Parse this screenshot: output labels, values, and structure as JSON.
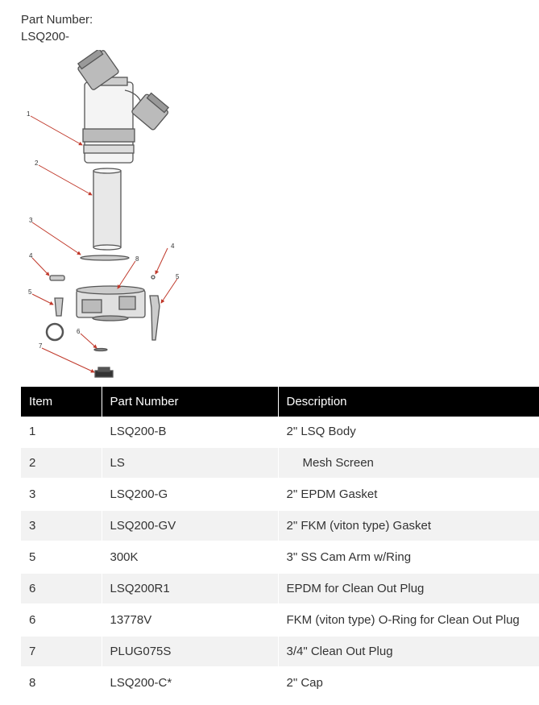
{
  "header": {
    "label": "Part Number:",
    "value": "LSQ200-"
  },
  "diagram": {
    "callouts": [
      "1",
      "2",
      "3",
      "4",
      "8",
      "4",
      "5",
      "5",
      "6",
      "7"
    ]
  },
  "table": {
    "columns": [
      "Item",
      "Part Number",
      "Description"
    ],
    "rows": [
      {
        "item": "1",
        "part": "LSQ200-B",
        "desc": "2\" LSQ Body"
      },
      {
        "item": "2",
        "part": "LS",
        "desc": "Mesh Screen"
      },
      {
        "item": "3",
        "part": "LSQ200-G",
        "desc": "2\" EPDM Gasket"
      },
      {
        "item": "3",
        "part": "LSQ200-GV",
        "desc": "2\" FKM (viton type) Gasket"
      },
      {
        "item": "5",
        "part": "300K",
        "desc": "3\" SS Cam Arm w/Ring"
      },
      {
        "item": "6",
        "part": "LSQ200R1",
        "desc": "EPDM for Clean Out Plug"
      },
      {
        "item": "6",
        "part": "13778V",
        "desc": "FKM (viton type) O-Ring for Clean Out Plug"
      },
      {
        "item": "7",
        "part": "PLUG075S",
        "desc": "3/4\" Clean Out Plug"
      },
      {
        "item": "8",
        "part": "LSQ200-C*",
        "desc": "2\" Cap"
      }
    ]
  }
}
